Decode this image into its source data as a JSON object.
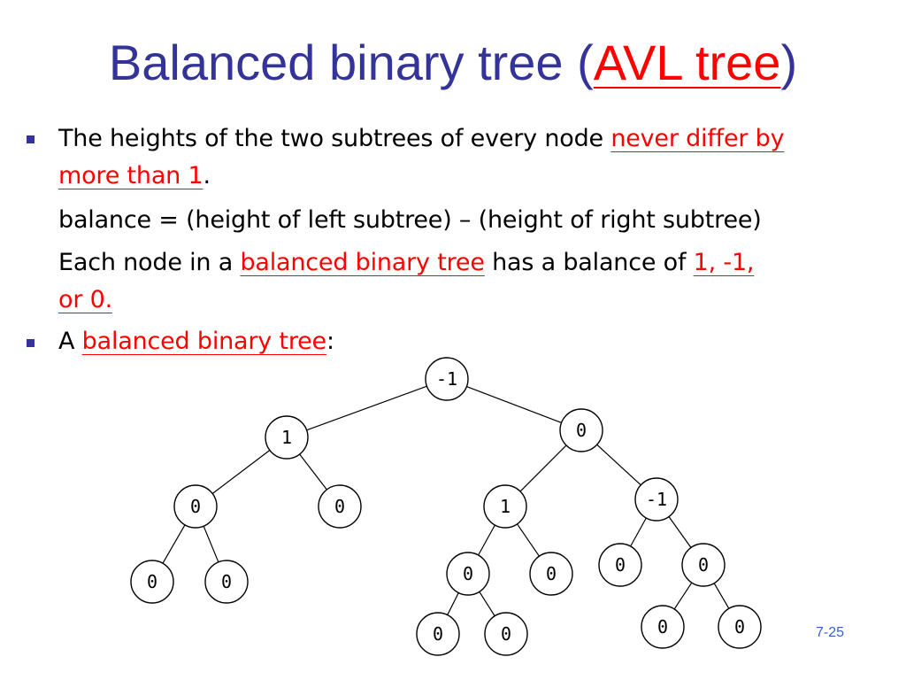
{
  "slide": {
    "title_before": "Balanced binary tree (",
    "title_highlight": "AVL tree",
    "title_after": ")",
    "bullets": [
      {
        "lines": [
          {
            "plain1": "The heights of the two subtrees of every node ",
            "red1": "never differ by"
          },
          {
            "red2": "more than 1",
            "plain2": "."
          }
        ]
      }
    ],
    "balance_formula": "balance = (height of left subtree) – (height of right subtree)",
    "balance_note": {
      "plain1": "Each node in a ",
      "red1": "balanced binary tree",
      "plain2": " has a balance of ",
      "red2": "1, -1,",
      "red3": "or 0."
    },
    "bullet2": {
      "plain1": "A ",
      "red1": "balanced binary tree",
      "plain2": ":"
    },
    "slide_number": "7-25"
  },
  "tree": {
    "nodes": [
      {
        "id": "root",
        "label": "-1"
      },
      {
        "id": "L",
        "label": "1"
      },
      {
        "id": "R",
        "label": "0"
      },
      {
        "id": "LL",
        "label": "0"
      },
      {
        "id": "LR",
        "label": "0"
      },
      {
        "id": "LLL",
        "label": "0"
      },
      {
        "id": "LLR",
        "label": "0"
      },
      {
        "id": "RL",
        "label": "1"
      },
      {
        "id": "RR",
        "label": "-1"
      },
      {
        "id": "RLL",
        "label": "0"
      },
      {
        "id": "RLR",
        "label": "0"
      },
      {
        "id": "RLLL",
        "label": "0"
      },
      {
        "id": "RLLR",
        "label": "0"
      },
      {
        "id": "RRL",
        "label": "0"
      },
      {
        "id": "RRR",
        "label": "0"
      },
      {
        "id": "RRRL",
        "label": "0"
      },
      {
        "id": "RRRR",
        "label": "0"
      }
    ],
    "edges": [
      [
        "root",
        "L"
      ],
      [
        "root",
        "R"
      ],
      [
        "L",
        "LL"
      ],
      [
        "L",
        "LR"
      ],
      [
        "LL",
        "LLL"
      ],
      [
        "LL",
        "LLR"
      ],
      [
        "R",
        "RL"
      ],
      [
        "R",
        "RR"
      ],
      [
        "RL",
        "RLL"
      ],
      [
        "RL",
        "RLR"
      ],
      [
        "RLL",
        "RLLL"
      ],
      [
        "RLL",
        "RLLR"
      ],
      [
        "RR",
        "RRL"
      ],
      [
        "RR",
        "RRR"
      ],
      [
        "RRR",
        "RRRL"
      ],
      [
        "RRR",
        "RRRR"
      ]
    ]
  }
}
